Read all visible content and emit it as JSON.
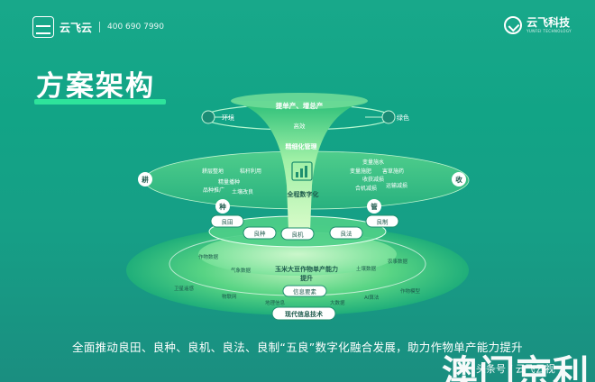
{
  "header": {
    "brand_name": "云飞云",
    "phone": "400 690 7990",
    "right_brand": "云飞科技",
    "right_brand_sub": "YUNFEI TECHNOLOGY"
  },
  "title": "方案架构",
  "top_ring": {
    "left": "环境",
    "right": "绿色",
    "top_label": "提单产、增总产",
    "mid_label": "高效",
    "manage": "精细化管理"
  },
  "middle_ring": {
    "left_outer": "耕",
    "left_seed": "种",
    "right_outer": "收",
    "right_manage": "管",
    "left_items": [
      "耕层整地",
      "秸秆利用",
      "精量播种",
      "品种推广",
      "土壤改良"
    ],
    "right_items": [
      "变量施水",
      "变量施肥",
      "害草施药",
      "收获减损",
      "合机减损",
      "运输减损"
    ],
    "center": "全程数字化"
  },
  "inner_ring": {
    "items": [
      "良田",
      "良种",
      "良机",
      "良法",
      "良制"
    ]
  },
  "base": {
    "core_line1": "玉米大豆作物单产能力",
    "core_line2": "提升",
    "info": "信息要素",
    "tech": "现代信息技术",
    "scatter": [
      "作物数据",
      "气象数据",
      "土壤数据",
      "农事数据",
      "卫星遥感",
      "物联网",
      "地理信息",
      "大数据",
      "AI算法",
      "作物模型"
    ]
  },
  "bottom_text": "全面推动良田、良种、良机、良法、良制“五良”数字化融合发展，助力作物单产能力提升",
  "watermark": {
    "big": "澳门京利",
    "small": "头条号 / 云飞云视"
  }
}
